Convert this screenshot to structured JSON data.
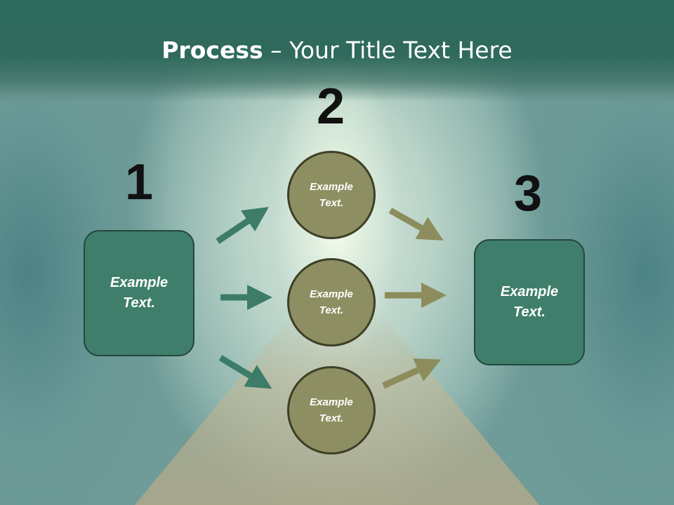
{
  "slide": {
    "title_bold": "Process",
    "title_rest": " – Your Title Text Here",
    "step_numbers": [
      "1",
      "2",
      "3"
    ],
    "left_box": {
      "text": "Example\nText."
    },
    "circles": [
      {
        "text": "Example\nText."
      },
      {
        "text": "Example\nText."
      },
      {
        "text": "Example\nText."
      }
    ],
    "right_box": {
      "text": "Example\nText."
    }
  },
  "colors": {
    "header": "#2f6a5c",
    "box_fill": "#3f7e6b",
    "circle_fill": "#8d8f62",
    "arrow_teal": "#3c7c69",
    "arrow_olive": "#8c8c5c",
    "number_text": "#111111",
    "title_text": "#ffffff"
  }
}
